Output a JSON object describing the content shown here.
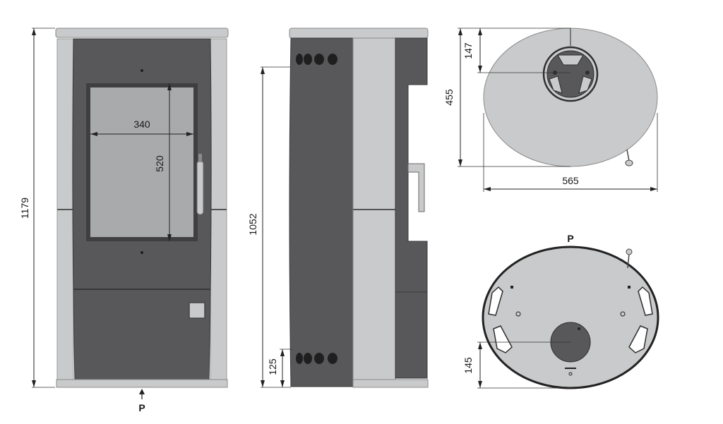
{
  "dimensions": {
    "front_height": "1179",
    "glass_width": "340",
    "glass_height": "520",
    "side_height": "1052",
    "side_bottom": "125",
    "top_offset": "147",
    "top_depth": "455",
    "top_width": "565",
    "bottom_offset": "145"
  },
  "labels": {
    "front_marker": "P",
    "bottom_marker": "P"
  },
  "colors": {
    "background": "#ffffff",
    "body_dark": "#58585a",
    "cladding_light": "#c9cacb",
    "glass": "#a9aaab",
    "outline": "#3a3a3a"
  }
}
